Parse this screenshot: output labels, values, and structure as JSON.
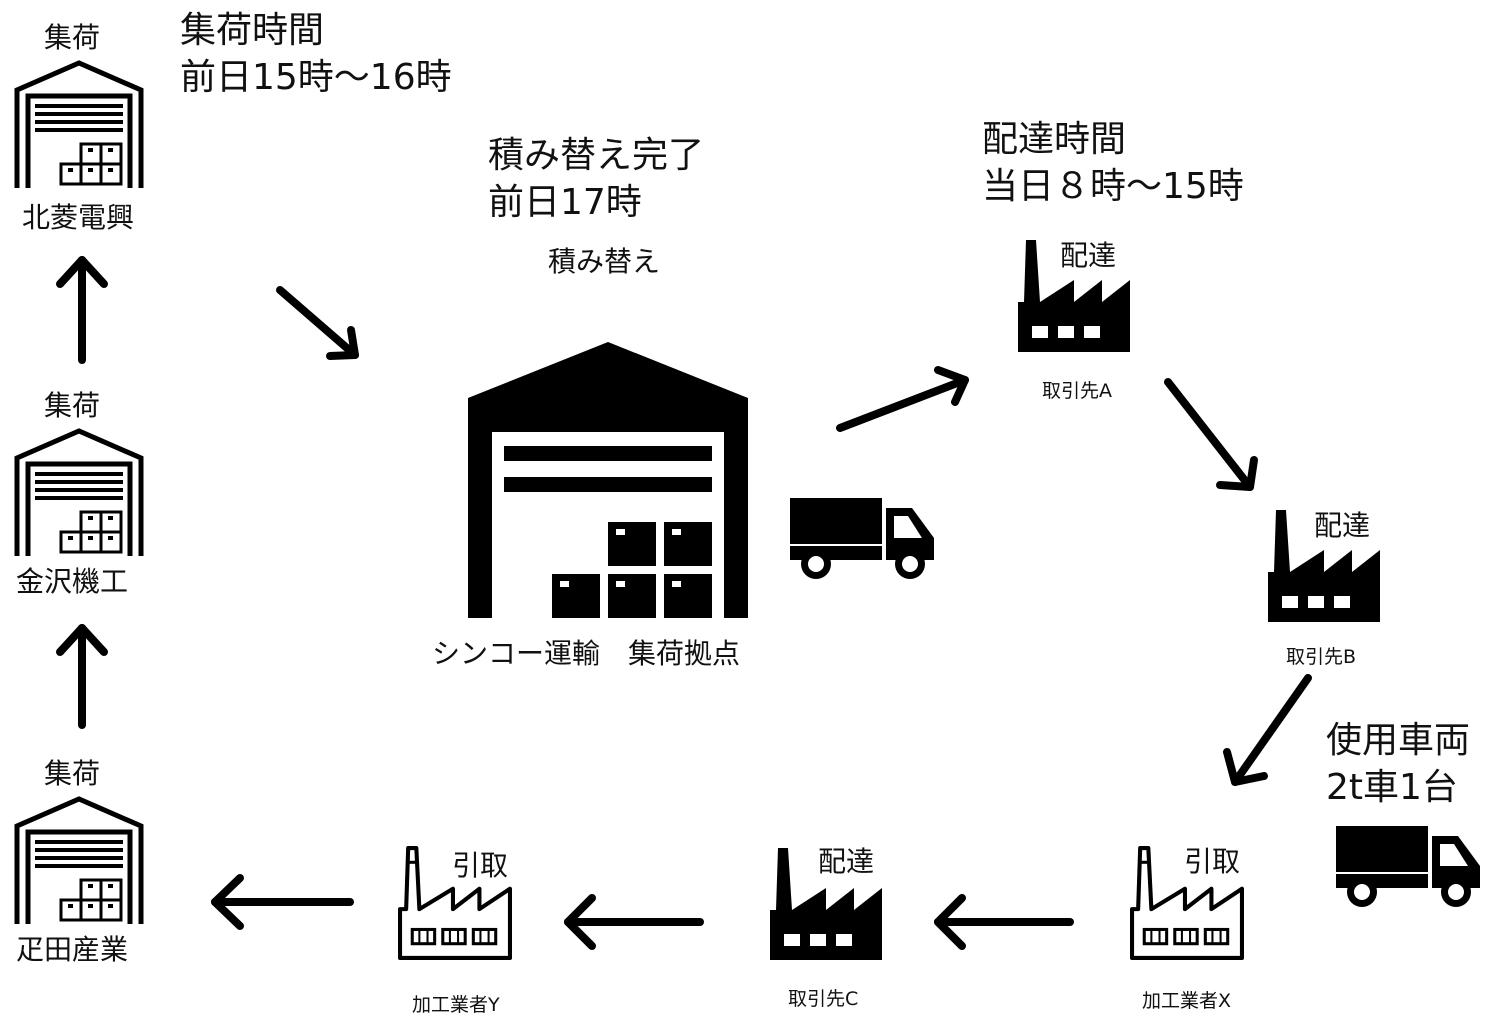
{
  "collection_time": {
    "line1": "集荷時間",
    "line2": "前日15時～16時"
  },
  "transfer_complete": {
    "line1": "積み替え完了",
    "line2": "前日17時"
  },
  "delivery_time": {
    "line1": "配達時間",
    "line2": "当日８時～15時"
  },
  "vehicle": {
    "line1": "使用車両",
    "line2": "2t車1台"
  },
  "hub": {
    "action": "積み替え",
    "name": "シンコー運輸　集荷拠点"
  },
  "warehouses": [
    {
      "action": "集荷",
      "name": "北菱電興"
    },
    {
      "action": "集荷",
      "name": "金沢機工"
    },
    {
      "action": "集荷",
      "name": "疋田産業"
    }
  ],
  "factories": {
    "client_a": {
      "action": "配達",
      "name": "取引先A"
    },
    "client_b": {
      "action": "配達",
      "name": "取引先B"
    },
    "processor_x": {
      "action": "引取",
      "name": "加工業者X"
    },
    "client_c": {
      "action": "配達",
      "name": "取引先C"
    },
    "processor_y": {
      "action": "引取",
      "name": "加工業者Y"
    }
  }
}
